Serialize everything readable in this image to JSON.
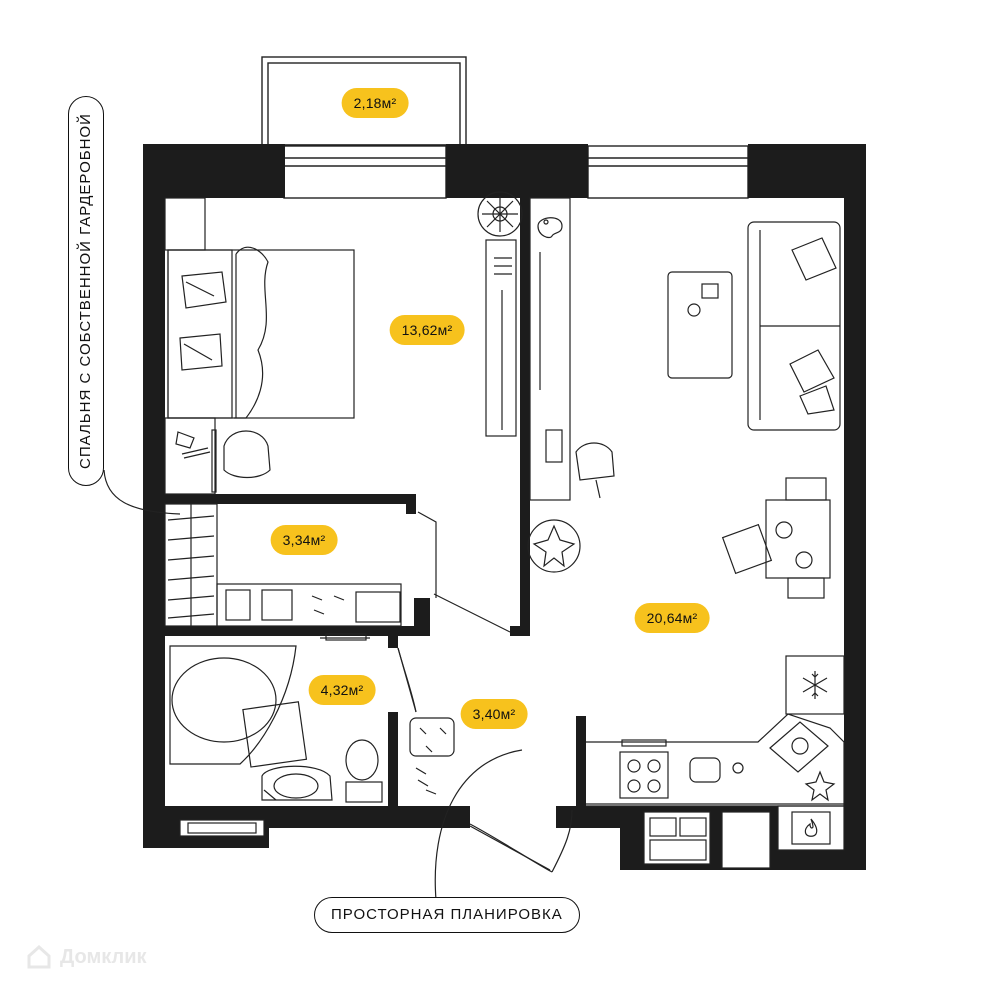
{
  "rooms": {
    "balcony_area": "2,18м²",
    "bedroom_area": "13,62м²",
    "wardrobe_area": "3,34м²",
    "bathroom_area": "4,32м²",
    "hall_area": "3,40м²",
    "living_area": "20,64м²"
  },
  "callouts": {
    "bedroom_with_wardrobe": "СПАЛЬНЯ С СОБСТВЕННОЙ ГАРДЕРОБНОЙ",
    "spacious_layout": "ПРОСТОРНАЯ ПЛАНИРОВКА"
  },
  "watermark": {
    "text": "Домклик",
    "icon": "house-logo-icon"
  },
  "icons": {
    "fridge": "snowflake-icon",
    "boiler": "flame-icon",
    "plants": "potted-plant-icon"
  },
  "colors": {
    "wall": "#1c1c1c",
    "badge": "#f7c21d",
    "line": "#222222",
    "watermark": "#e7e7e7"
  }
}
